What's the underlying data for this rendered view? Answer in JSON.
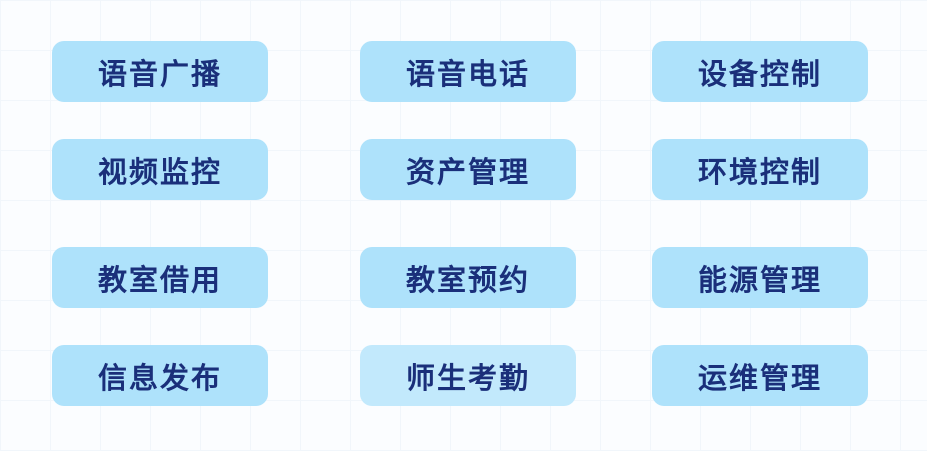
{
  "buttons": [
    {
      "label": "语音广播"
    },
    {
      "label": "语音电话"
    },
    {
      "label": "设备控制"
    },
    {
      "label": "视频监控"
    },
    {
      "label": "资产管理"
    },
    {
      "label": "环境控制"
    },
    {
      "label": "教室借用"
    },
    {
      "label": "教室预约"
    },
    {
      "label": "能源管理"
    },
    {
      "label": "信息发布"
    },
    {
      "label": "师生考勤"
    },
    {
      "label": "运维管理"
    }
  ],
  "colors": {
    "button_bg": "#aee2fb",
    "button_bg_highlight": "#c2e9fc",
    "text": "#1a2f7a"
  }
}
